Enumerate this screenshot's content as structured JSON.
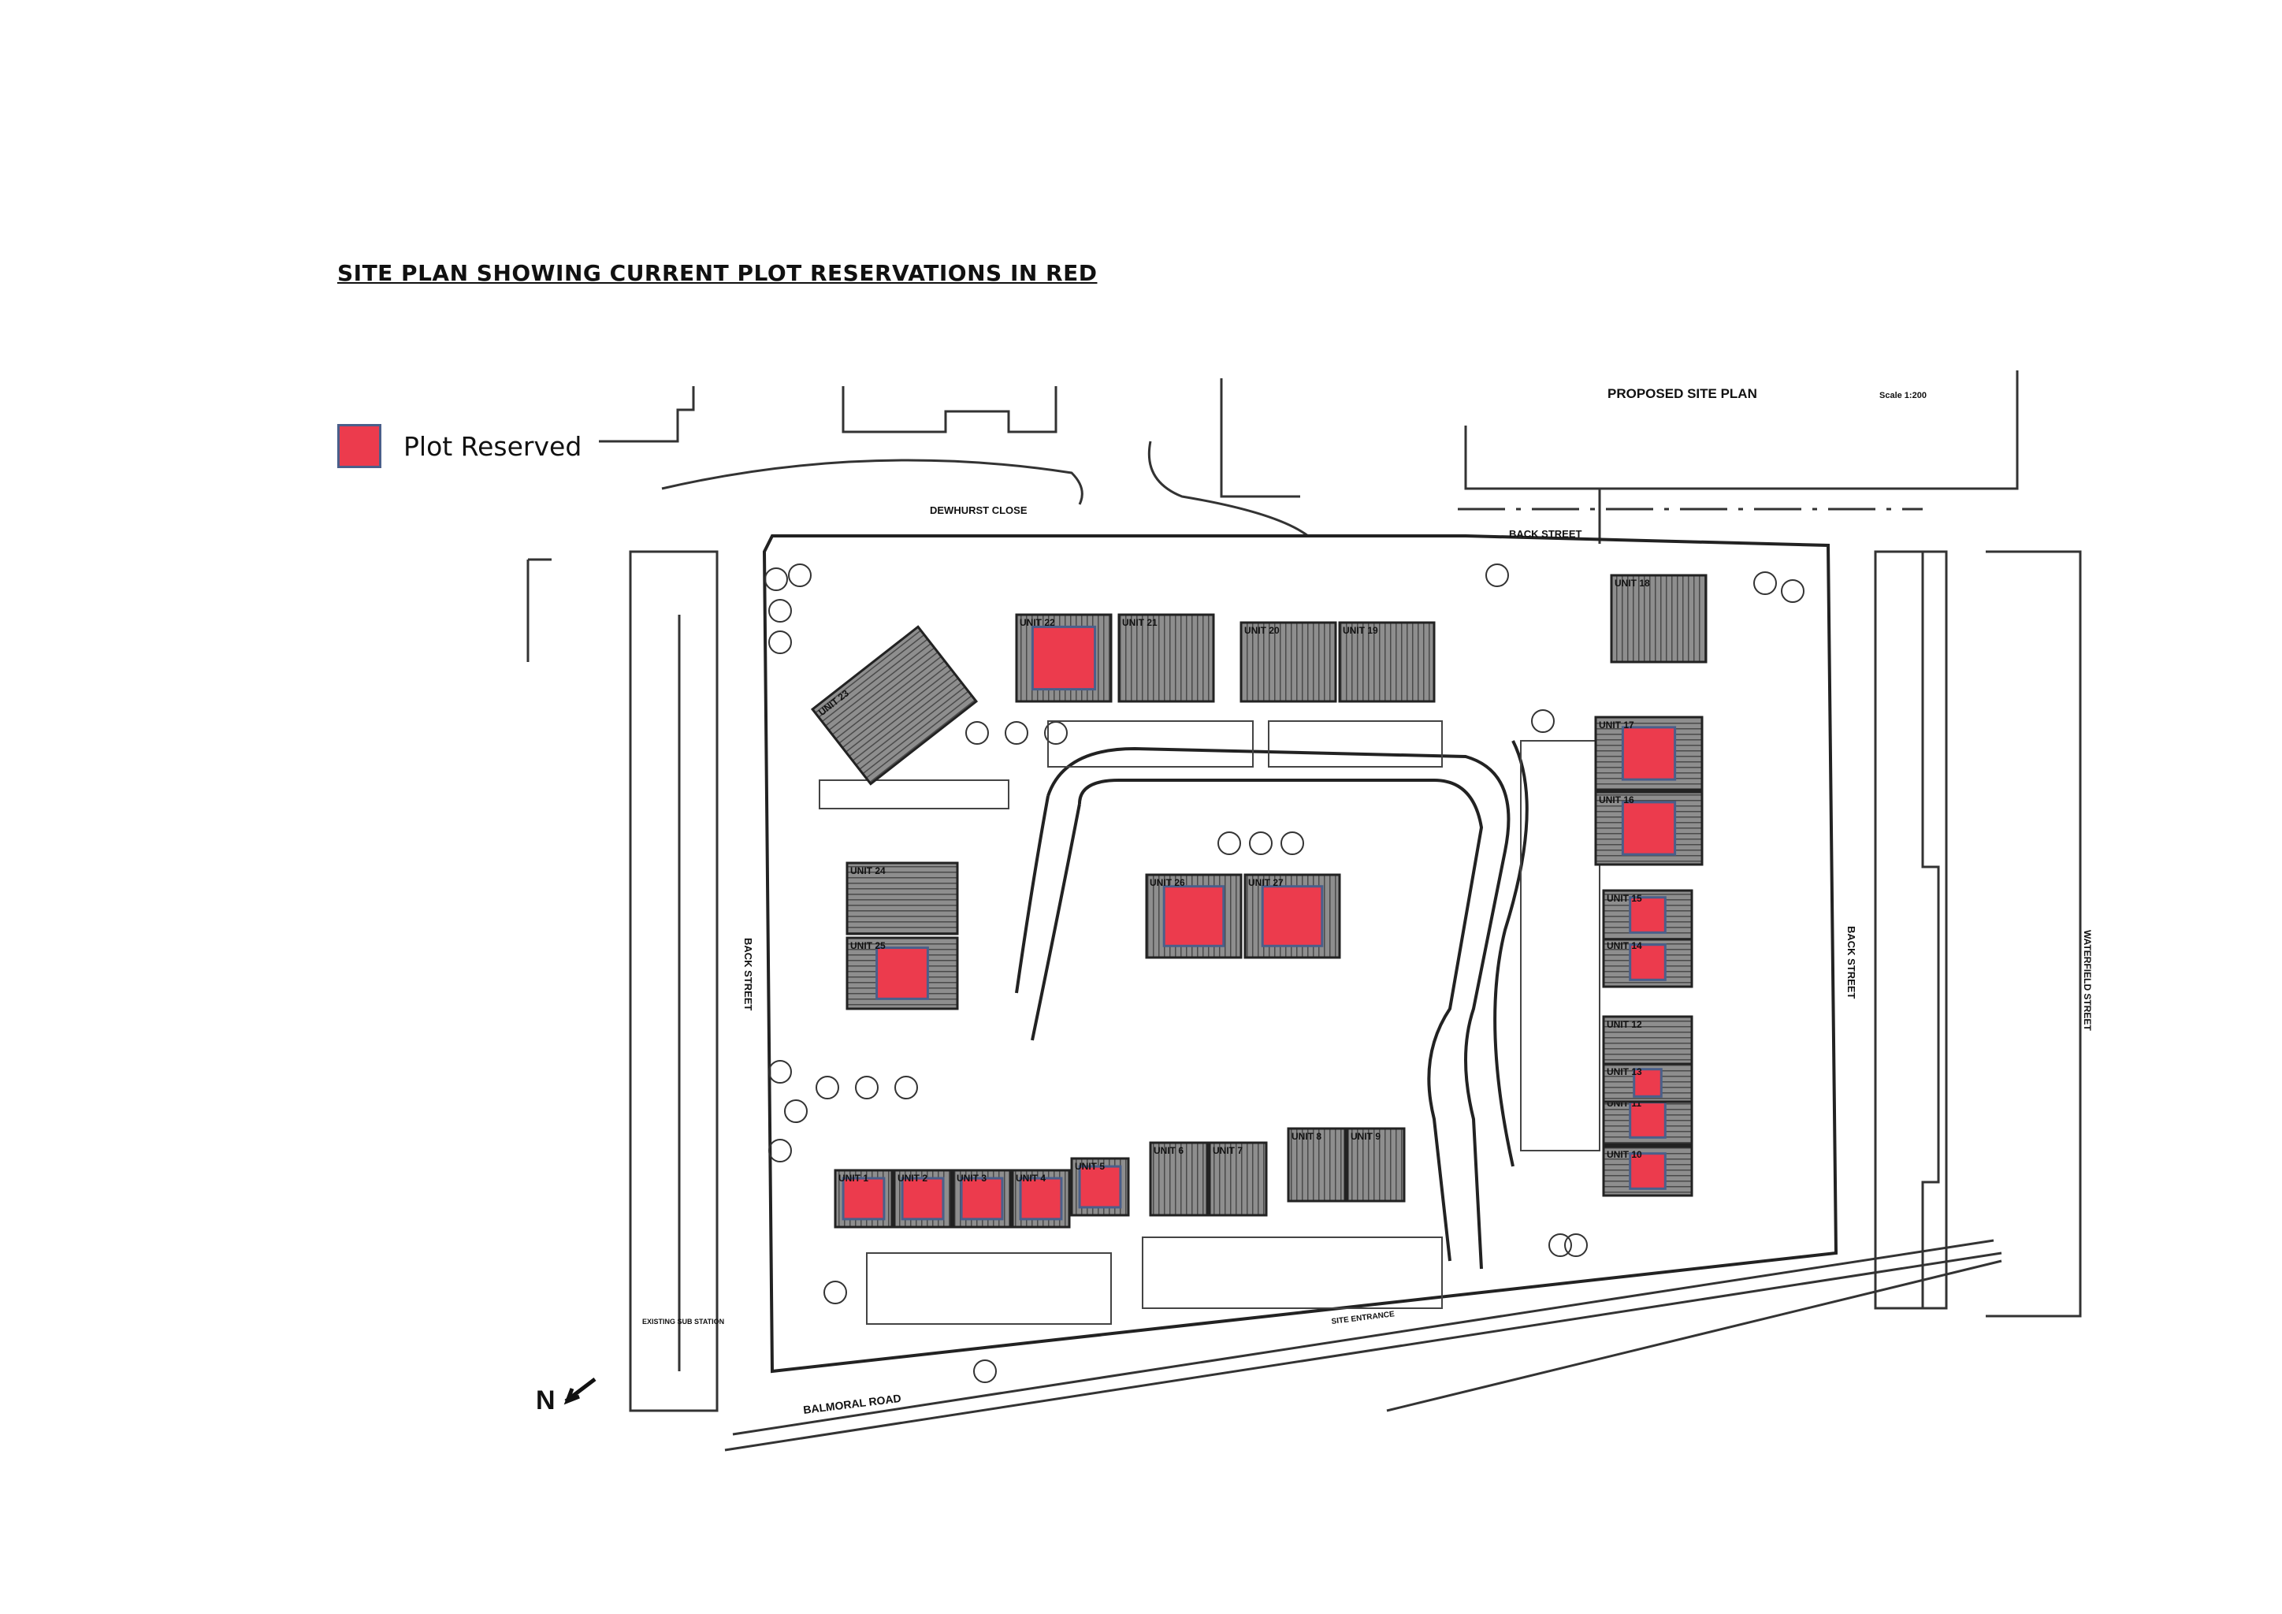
{
  "title": "SITE PLAN SHOWING CURRENT PLOT RESERVATIONS IN RED",
  "legend": {
    "label": "Plot Reserved",
    "color": "#ec3b4d"
  },
  "plan": {
    "header": "PROPOSED SITE PLAN",
    "scale": "Scale 1:200",
    "streets": {
      "dewhurst": "DEWHURST CLOSE",
      "back_top": "BACK STREET",
      "back_left": "BACK STREET",
      "back_right": "BACK STREET",
      "waterfield": "WATERFIELD STREET",
      "balmoral": "BALMORAL ROAD",
      "site_entrance": "SITE ENTRANCE",
      "substation": "EXISTING SUB STATION"
    },
    "north": "N",
    "units": [
      {
        "label": "UNIT 1",
        "reserved": true
      },
      {
        "label": "UNIT 2",
        "reserved": true
      },
      {
        "label": "UNIT 3",
        "reserved": true
      },
      {
        "label": "UNIT 4",
        "reserved": true
      },
      {
        "label": "UNIT 5",
        "reserved": true
      },
      {
        "label": "UNIT 6",
        "reserved": false
      },
      {
        "label": "UNIT 7",
        "reserved": false
      },
      {
        "label": "UNIT 8",
        "reserved": false
      },
      {
        "label": "UNIT 9",
        "reserved": false
      },
      {
        "label": "UNIT 10",
        "reserved": true
      },
      {
        "label": "UNIT 11",
        "reserved": true
      },
      {
        "label": "UNIT 12",
        "reserved": false
      },
      {
        "label": "UNIT 13",
        "reserved": true
      },
      {
        "label": "UNIT 14",
        "reserved": true
      },
      {
        "label": "UNIT 15",
        "reserved": true
      },
      {
        "label": "UNIT 16",
        "reserved": true
      },
      {
        "label": "UNIT 17",
        "reserved": true
      },
      {
        "label": "UNIT 18",
        "reserved": false
      },
      {
        "label": "UNIT 19",
        "reserved": false
      },
      {
        "label": "UNIT 20",
        "reserved": false
      },
      {
        "label": "UNIT 21",
        "reserved": false
      },
      {
        "label": "UNIT 22",
        "reserved": true
      },
      {
        "label": "UNIT 23",
        "reserved": false
      },
      {
        "label": "UNIT 24",
        "reserved": false
      },
      {
        "label": "UNIT 25",
        "reserved": true
      },
      {
        "label": "UNIT 26",
        "reserved": true
      },
      {
        "label": "UNIT 27",
        "reserved": true
      }
    ]
  }
}
